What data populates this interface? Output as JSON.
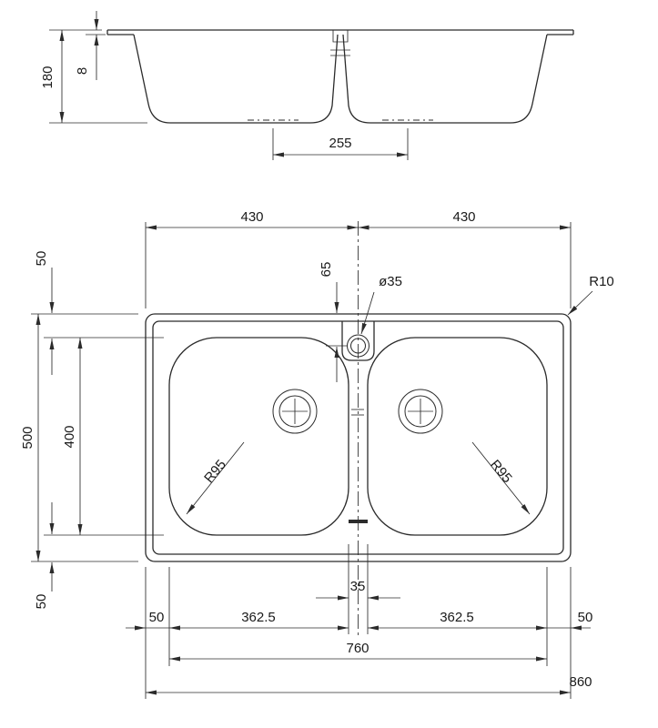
{
  "style": {
    "ink_color": "#2b2b2b"
  },
  "section_view": {
    "depth": "180",
    "rim_height": "8",
    "drain_spacing": "255"
  },
  "plan_view": {
    "bowl_width_left": "430",
    "bowl_width_right": "430",
    "tap_offset": "65",
    "tap_diameter": "ø35",
    "corner_radius": "R10",
    "top_margin": "50",
    "overall_depth": "500",
    "bowl_depth": "400",
    "bottom_margin": "50",
    "bowl_radius_left": "R95",
    "bowl_radius_right": "R95",
    "center_gap": "35",
    "left_margin": "50",
    "bowl_inner_left": "362.5",
    "bowl_inner_right": "362.5",
    "right_margin": "50",
    "bowls_span": "760",
    "overall_width": "860"
  }
}
